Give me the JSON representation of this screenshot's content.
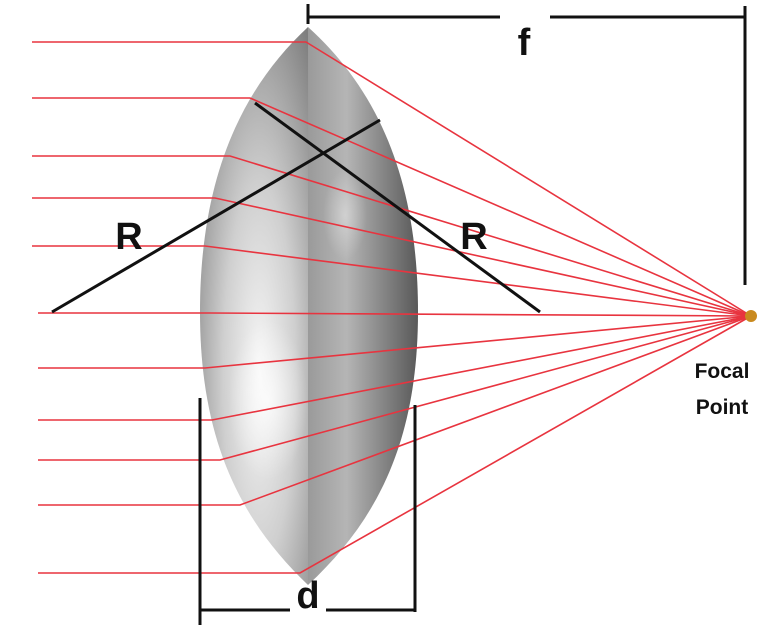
{
  "diagram": {
    "labels": {
      "focal_length": "f",
      "radius_left": "R",
      "radius_right": "R",
      "thickness": "d",
      "focal_point_line1": "Focal",
      "focal_point_line2": "Point"
    },
    "colors": {
      "ray": "#e8343f",
      "dimension_line": "#111111",
      "focal_dot": "#c98a1f",
      "lens_left_light": "#f4f4f4",
      "lens_left_dark": "#7c7c7c",
      "lens_right_light": "#a8a8a8",
      "lens_right_dark": "#5a5a5a"
    },
    "ray_count": 11
  }
}
